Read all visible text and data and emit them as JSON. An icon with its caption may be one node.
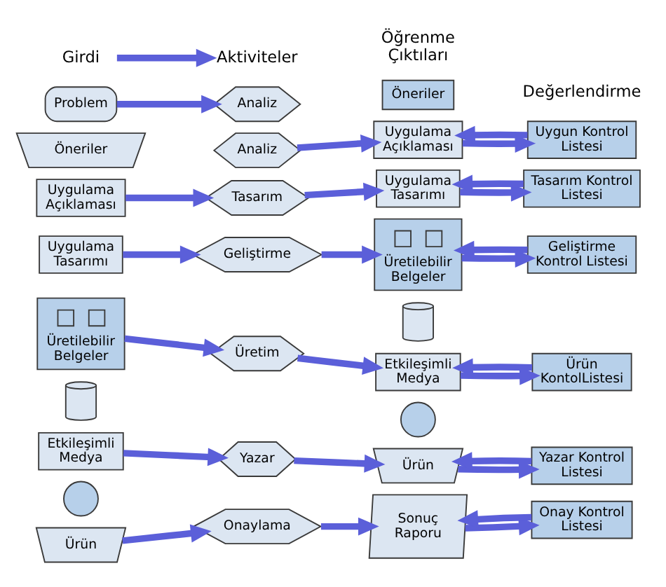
{
  "diagram": {
    "nodes": [
      {
        "text": [
          "Girdi"
        ]
      },
      {
        "text": [
          "Aktiviteler"
        ]
      },
      {
        "text": [
          "Problem"
        ]
      },
      {
        "text": [
          "Öneriler"
        ]
      },
      {
        "text": [
          "Analiz"
        ]
      },
      {
        "text": [
          "Analiz"
        ]
      },
      {
        "text": [
          "Öneriler"
        ]
      },
      {
        "text": [
          "Uygulama Açıklaması"
        ]
      },
      {
        "text": [
          "Uygun Kontrol Listesi"
        ]
      },
      {
        "text": [
          "Uygulama Açıklaması"
        ]
      },
      {
        "text": [
          "Tasarım"
        ]
      },
      {
        "text": [
          "Uygulama Tasarımı"
        ]
      },
      {
        "text": [
          "Tasarım Kontrol Listesi"
        ]
      },
      {
        "text": [
          "Uygulama Tasarımı"
        ]
      },
      {
        "text": [
          "Geliştirme"
        ]
      },
      {
        "text": [
          "Üretilebilir Belgeler"
        ]
      },
      {
        "text": [
          "Geliştirme Kontrol Listesi"
        ]
      },
      {
        "text": [
          "Üretilebilir Belgeler"
        ]
      },
      {
        "text": [
          "Üretim"
        ]
      },
      {
        "text": [],
        "shape": "cylinder"
      },
      {
        "text": [
          "Etkileşimli Medya"
        ]
      },
      {
        "text": [],
        "shape": "circle"
      },
      {
        "text": [
          "Ürün KontolListesi"
        ]
      },
      {
        "text": [],
        "shape": "cylinder"
      },
      {
        "text": [
          "Etkileşimli Medya"
        ]
      },
      {
        "text": [],
        "shape": "circle"
      },
      {
        "text": [
          "Yazar"
        ]
      },
      {
        "text": [
          "Ürün"
        ]
      },
      {
        "text": [
          "Yazar Kontrol Listesi"
        ]
      },
      {
        "text": [
          "Ürün"
        ]
      },
      {
        "text": [
          "Onaylama"
        ]
      },
      {
        "text": [
          "Sonuç Raporu"
        ]
      },
      {
        "text": [
          "Onay Kontrol Listesi"
        ]
      }
    ],
    "edges": [
      {
        "from": 0,
        "to": 1,
        "arrow": "to"
      },
      {
        "from": 2,
        "to": 4,
        "arrow": "to"
      },
      {
        "from": 5,
        "to": 7,
        "arrow": "to"
      },
      {
        "from": 7,
        "to": 8,
        "arrow": "to"
      },
      {
        "from": 8,
        "to": 7,
        "arrow": "to"
      },
      {
        "from": 9,
        "to": 10,
        "arrow": "to"
      },
      {
        "from": 10,
        "to": 11,
        "arrow": "to"
      },
      {
        "from": 11,
        "to": 12,
        "arrow": "to"
      },
      {
        "from": 12,
        "to": 11,
        "arrow": "to"
      },
      {
        "from": 13,
        "to": 14,
        "arrow": "to"
      },
      {
        "from": 14,
        "to": 15,
        "arrow": "to"
      },
      {
        "from": 15,
        "to": 16,
        "arrow": "to"
      },
      {
        "from": 16,
        "to": 15,
        "arrow": "to"
      },
      {
        "from": 17,
        "to": 18,
        "arrow": "to"
      },
      {
        "from": 18,
        "to": 20,
        "arrow": "to"
      },
      {
        "from": 20,
        "to": 22,
        "arrow": "to"
      },
      {
        "from": 22,
        "to": 20,
        "arrow": "to"
      },
      {
        "from": 24,
        "to": 26,
        "arrow": "to"
      },
      {
        "from": 26,
        "to": 27,
        "arrow": "to"
      },
      {
        "from": 27,
        "to": 28,
        "arrow": "to"
      },
      {
        "from": 28,
        "to": 27,
        "arrow": "to"
      },
      {
        "from": 29,
        "to": 30,
        "arrow": "to"
      },
      {
        "from": 30,
        "to": 31,
        "arrow": "to"
      },
      {
        "from": 31,
        "to": 32,
        "arrow": "to"
      },
      {
        "from": 32,
        "to": 31,
        "arrow": "to"
      }
    ],
    "labels": [
      "Öğrenme Çıktıları",
      "Değerlendirme"
    ]
  }
}
